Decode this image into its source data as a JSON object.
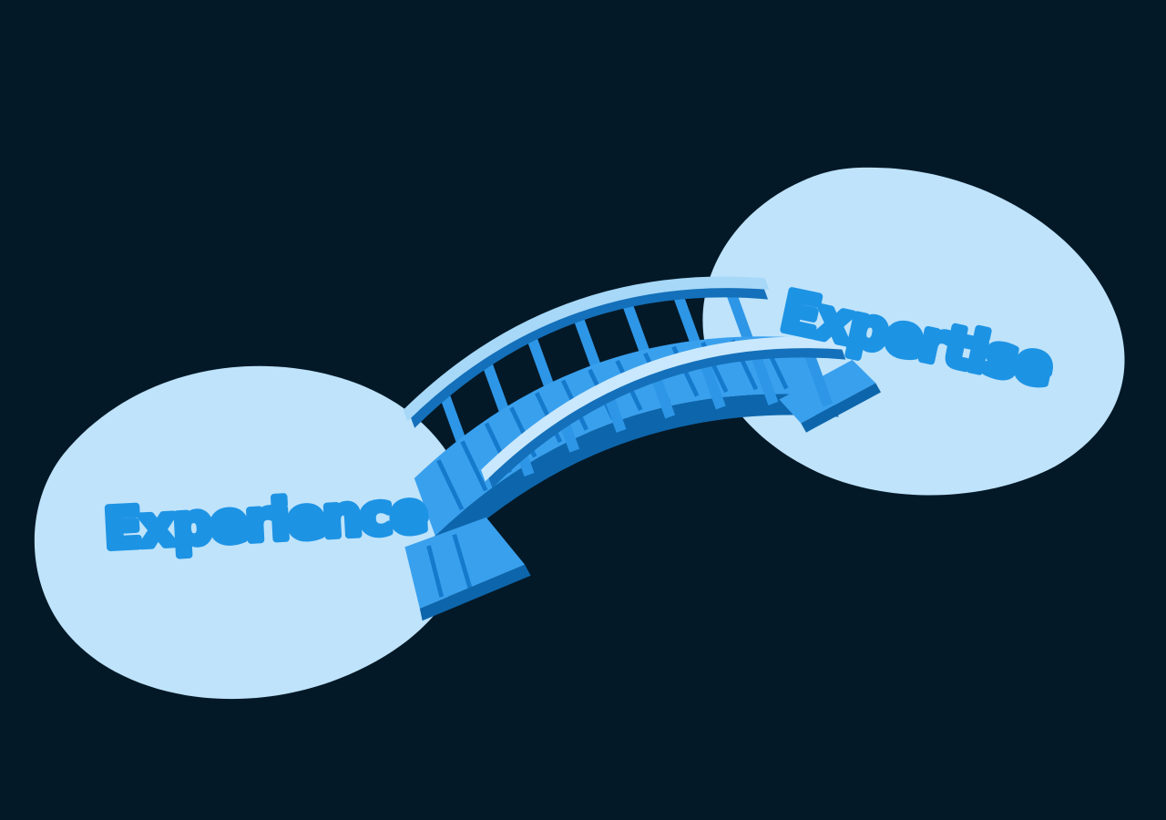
{
  "page": {
    "background": "#041927"
  },
  "blobs": {
    "left": {
      "label": "Experience",
      "fill": "#bee3fb",
      "label_color": "#1d93e4"
    },
    "right": {
      "label": "Expertise",
      "fill": "#bee3fb",
      "label_color": "#1d93e4"
    }
  },
  "bridge": {
    "description": "arched footbridge connecting the two blobs",
    "colors": {
      "deck": "#39a0ee",
      "stripe": "#1579cc",
      "post": "#2e96e6",
      "rail_dark": "#1470ba",
      "rail_light_far": "#a7d8f8",
      "rail_light_near": "#c9e8fd",
      "underside": "#0d66ac"
    }
  }
}
